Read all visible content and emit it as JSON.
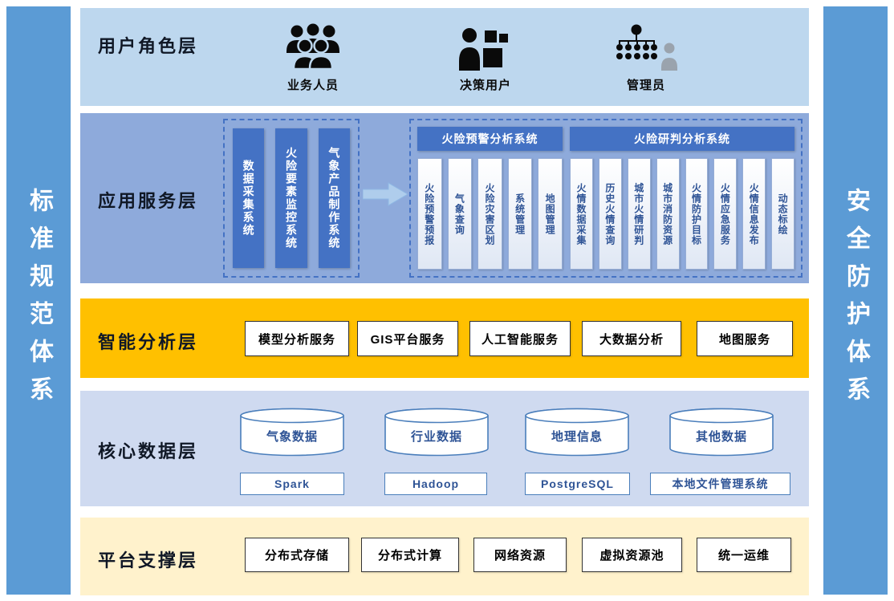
{
  "side_bars": {
    "left": "标准规范体系",
    "right": "安全防护体系"
  },
  "colors": {
    "sidebar_blue": "#5B9BD5",
    "accent_blue": "#4472C4",
    "user_layer_bg": "#BDD7EE",
    "app_layer_bg": "#8EAADB",
    "analysis_layer_bg": "#FFC000",
    "data_layer_bg": "#CFDAF0",
    "platform_layer_bg": "#FFF2CC"
  },
  "user_role_layer": {
    "title": "用户角色层",
    "roles": [
      {
        "label": "业务人员",
        "icon": "business-users-icon"
      },
      {
        "label": "决策用户",
        "icon": "decision-user-icon"
      },
      {
        "label": "管理员",
        "icon": "admin-org-icon"
      }
    ]
  },
  "app_service_layer": {
    "title": "应用服务层",
    "source_systems": [
      "数据采集系统",
      "火险要素监控系统",
      "气象产品制作系统"
    ],
    "warning_group": {
      "title": "火险预警分析系统",
      "items": [
        "火险预警预报",
        "气象查询",
        "火险灾害区划",
        "系统管理",
        "地图管理"
      ]
    },
    "judgment_group": {
      "title": "火险研判分析系统",
      "items": [
        "火情数据采集",
        "历史火情查询",
        "城市火情研判",
        "城市消防资源",
        "火情防护目标",
        "火情应急服务",
        "火情信息发布",
        "动态标绘"
      ]
    }
  },
  "analysis_layer": {
    "title": "智能分析层",
    "items": [
      "模型分析服务",
      "GIS平台服务",
      "人工智能服务",
      "大数据分析",
      "地图服务"
    ]
  },
  "data_layer": {
    "title": "核心数据层",
    "databases": [
      "气象数据",
      "行业数据",
      "地理信息",
      "其他数据"
    ],
    "storages": [
      "Spark",
      "Hadoop",
      "PostgreSQL",
      "本地文件管理系统"
    ]
  },
  "platform_layer": {
    "title": "平台支撑层",
    "items": [
      "分布式存储",
      "分布式计算",
      "网络资源",
      "虚拟资源池",
      "统一运维"
    ]
  }
}
